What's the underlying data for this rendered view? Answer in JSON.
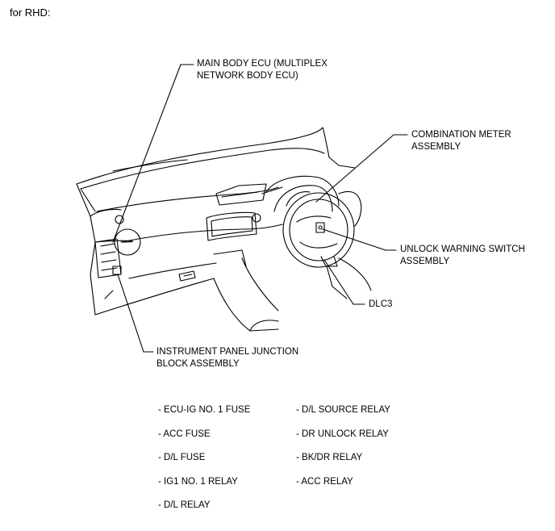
{
  "header": "for RHD:",
  "callouts": {
    "main_body_ecu": [
      "MAIN BODY ECU (MULTIPLEX",
      "NETWORK BODY ECU)"
    ],
    "combination_meter": [
      "COMBINATION METER",
      "ASSEMBLY"
    ],
    "unlock_warning_switch": [
      "UNLOCK WARNING SWITCH",
      "ASSEMBLY"
    ],
    "dlc3": "DLC3",
    "instrument_panel_jb": [
      "INSTRUMENT PANEL JUNCTION",
      "BLOCK ASSEMBLY"
    ]
  },
  "parts_left": [
    "- ECU-IG NO. 1 FUSE",
    "- ACC FUSE",
    "- D/L FUSE",
    "- IG1 NO. 1 RELAY",
    "- D/L RELAY"
  ],
  "parts_right": [
    "- D/L SOURCE RELAY",
    "- DR UNLOCK RELAY",
    "- BK/DR RELAY",
    "- ACC RELAY"
  ]
}
